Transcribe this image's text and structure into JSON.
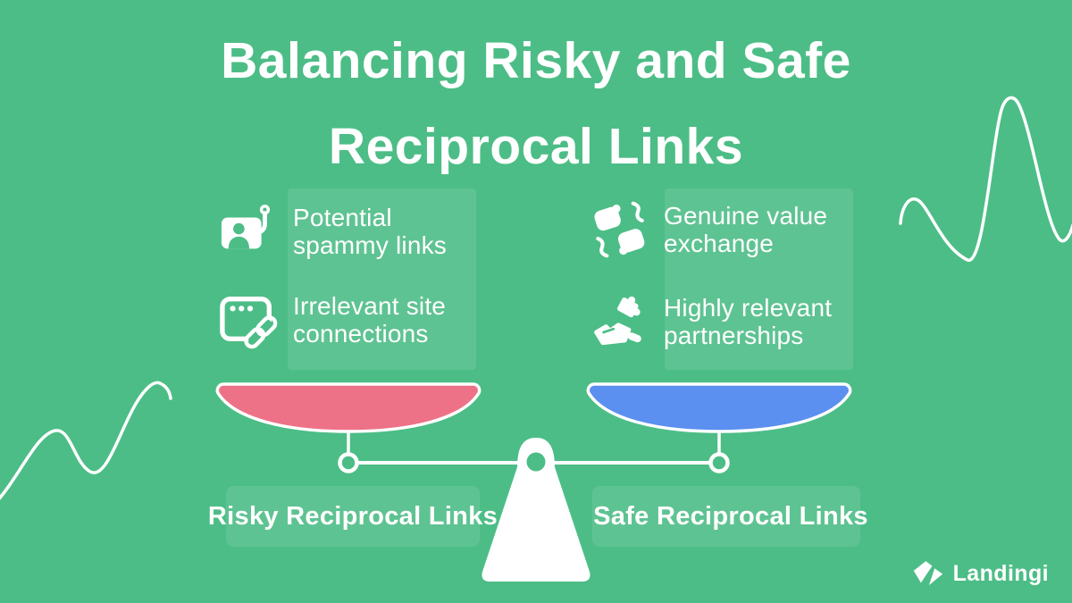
{
  "title": {
    "line1": "Balancing Risky and Safe",
    "line2": "Reciprocal Links"
  },
  "left": {
    "items": [
      {
        "icon": "phishing-link-icon",
        "line1": "Potential",
        "line2": "spammy links"
      },
      {
        "icon": "browser-link-icon",
        "line1": "Irrelevant site",
        "line2": "connections"
      }
    ],
    "label": "Risky Reciprocal Links",
    "pan_color": "#EE7287"
  },
  "right": {
    "items": [
      {
        "icon": "value-exchange-icon",
        "line1": "Genuine value",
        "line2": "exchange"
      },
      {
        "icon": "hand-puzzle-icon",
        "line1": "Highly relevant",
        "line2": "partnerships"
      }
    ],
    "label": "Safe Reciprocal Links",
    "pan_color": "#5B8FF0"
  },
  "logo": {
    "text": "Landingi",
    "icon": "landingi-diamond-icon"
  },
  "colors": {
    "background": "#4CBD86",
    "panel_overlay": "rgba(255,255,255,0.10)",
    "text": "#FFFFFF",
    "risky_pan": "#EE7287",
    "safe_pan": "#5B8FF0"
  }
}
